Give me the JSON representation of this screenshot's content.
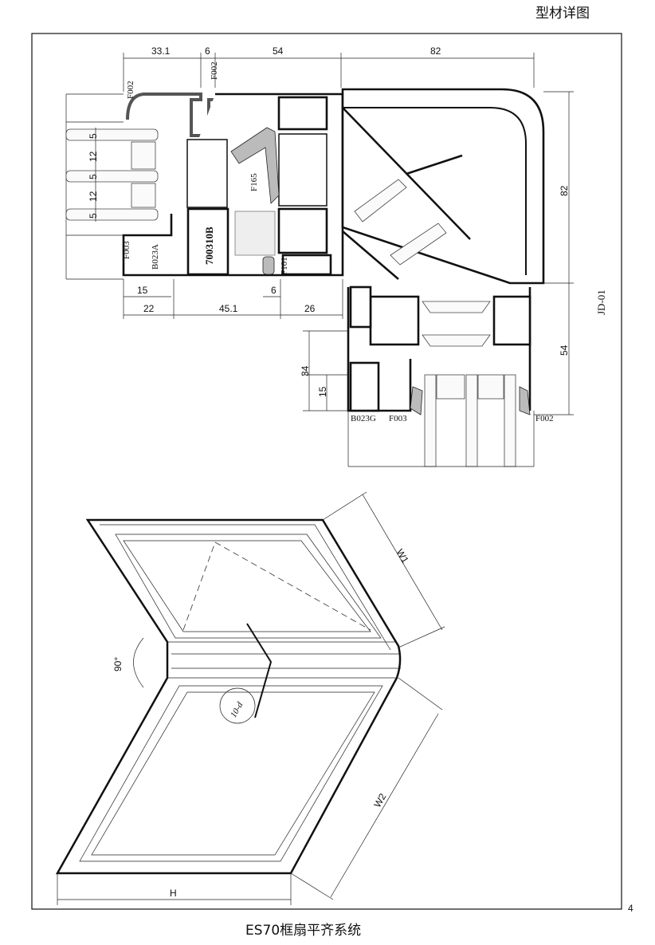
{
  "header": {
    "title": "型材详图"
  },
  "footer": {
    "title": "ES70框扇平齐系统",
    "page_number": "4"
  },
  "section": {
    "drawing_code": "JD-01",
    "top_dims": [
      "33.1",
      "6",
      "54",
      "82"
    ],
    "bottom_dims_row1": [
      "15",
      "6"
    ],
    "bottom_dims_row2": [
      "22",
      "45.1",
      "26"
    ],
    "glass_dims": [
      "5",
      "12",
      "5",
      "12",
      "5"
    ],
    "right_dims": [
      "82",
      "54"
    ],
    "left_dims": [
      "34",
      "15"
    ],
    "labels": {
      "f002_top": "F002",
      "f002_left": "F002",
      "f003_left": "F003",
      "b023a": "B023A",
      "p700310b": "700310B",
      "f165": "F165",
      "f101": "F101",
      "b023g": "B023G",
      "f003_bottom": "F003",
      "f002_bottom": "F002"
    }
  },
  "iso": {
    "angle_label": "90°",
    "w1": "W1",
    "w2": "W2",
    "h": "H",
    "circle_label": "10-d"
  }
}
